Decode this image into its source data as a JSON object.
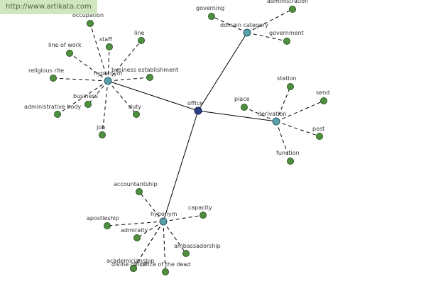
{
  "watermark": "http://www.artikata.com",
  "colors": {
    "leaf": "#4f8f3f",
    "hub": "#5aa0ac",
    "root": "#2e3f8a"
  },
  "root": {
    "label": "office"
  },
  "hubs": [
    {
      "label": "hypernym",
      "children": [
        "occupation",
        "staff",
        "line",
        "line of work",
        "religious rite",
        "business establishment",
        "business",
        "administrative body",
        "duty",
        "job"
      ]
    },
    {
      "label": "domain category",
      "children": [
        "governing",
        "administration",
        "government"
      ]
    },
    {
      "label": "derivation",
      "children": [
        "place",
        "station",
        "send",
        "post",
        "function"
      ]
    },
    {
      "label": "hyponym",
      "children": [
        "accountantship",
        "capacity",
        "apostleship",
        "admiralty",
        "ambassadorship",
        "academicianship",
        "divine office",
        " office of the dead"
      ]
    }
  ]
}
